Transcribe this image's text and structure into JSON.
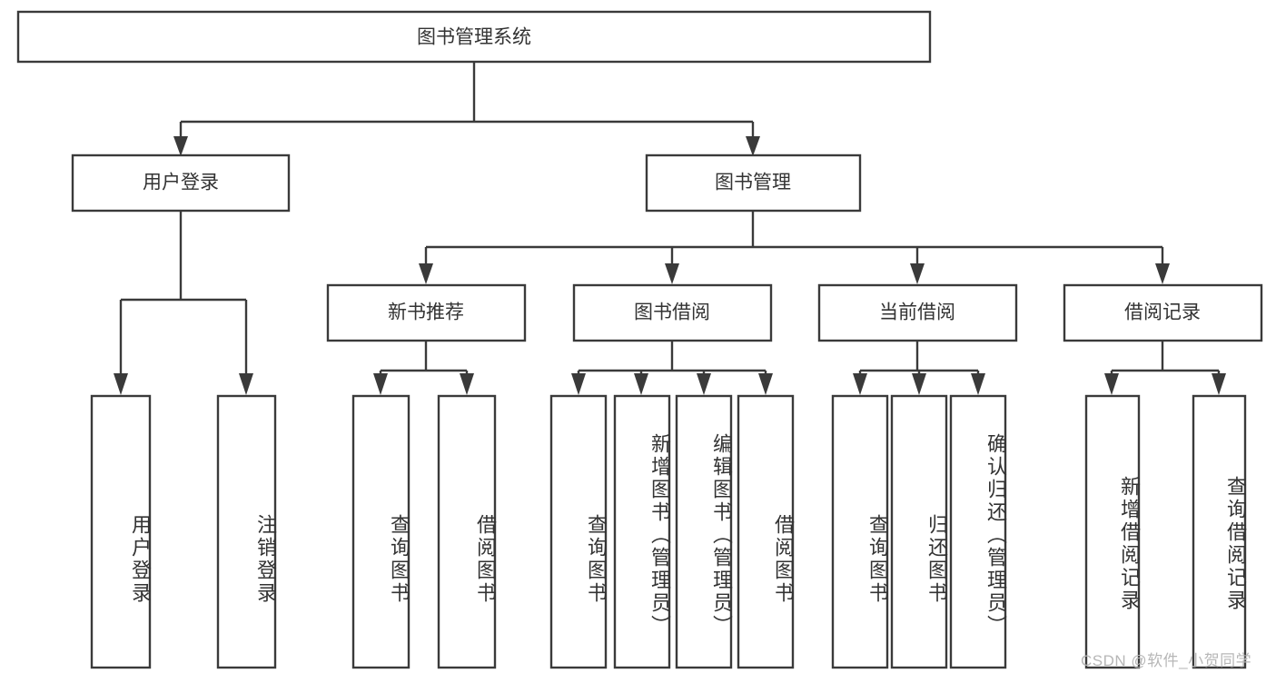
{
  "diagram": {
    "type": "tree-hierarchy-chart",
    "title": "图书管理系统",
    "orientation": "top-down",
    "colors": {
      "box_stroke": "#3a3a3a",
      "box_fill": "#ffffff",
      "text": "#333333",
      "background": "#ffffff",
      "watermark": "#b7b7b7"
    },
    "levels": [
      {
        "level": 1,
        "nodes": [
          {
            "id": "root",
            "label": "图书管理系统",
            "text_direction": "horizontal"
          }
        ]
      },
      {
        "level": 2,
        "nodes": [
          {
            "id": "login",
            "label": "用户登录",
            "parent": "root",
            "text_direction": "horizontal"
          },
          {
            "id": "bookmgmt",
            "label": "图书管理",
            "parent": "root",
            "text_direction": "horizontal"
          }
        ]
      },
      {
        "level": 3,
        "nodes": [
          {
            "id": "newbook",
            "label": "新书推荐",
            "parent": "bookmgmt",
            "text_direction": "horizontal"
          },
          {
            "id": "borrow",
            "label": "图书借阅",
            "parent": "bookmgmt",
            "text_direction": "horizontal"
          },
          {
            "id": "current",
            "label": "当前借阅",
            "parent": "bookmgmt",
            "text_direction": "horizontal"
          },
          {
            "id": "record",
            "label": "借阅记录",
            "parent": "bookmgmt",
            "text_direction": "horizontal"
          }
        ]
      },
      {
        "level": 4,
        "nodes": [
          {
            "id": "leaf1",
            "label": "用户登录",
            "parent": "login",
            "text_direction": "vertical"
          },
          {
            "id": "leaf2",
            "label": "注销登录",
            "parent": "login",
            "text_direction": "vertical"
          },
          {
            "id": "leaf3",
            "label": "查询图书",
            "parent": "newbook",
            "text_direction": "vertical"
          },
          {
            "id": "leaf4",
            "label": "借阅图书",
            "parent": "newbook",
            "text_direction": "vertical"
          },
          {
            "id": "leaf5",
            "label": "查询图书",
            "parent": "borrow",
            "text_direction": "vertical"
          },
          {
            "id": "leaf6",
            "label": "新增图书（管理员）",
            "parent": "borrow",
            "text_direction": "vertical"
          },
          {
            "id": "leaf7",
            "label": "编辑图书（管理员）",
            "parent": "borrow",
            "text_direction": "vertical"
          },
          {
            "id": "leaf8",
            "label": "借阅图书",
            "parent": "borrow",
            "text_direction": "vertical"
          },
          {
            "id": "leaf9",
            "label": "查询图书",
            "parent": "current",
            "text_direction": "vertical"
          },
          {
            "id": "leaf10",
            "label": "归还图书",
            "parent": "current",
            "text_direction": "vertical"
          },
          {
            "id": "leaf11",
            "label": "确认归还（管理员）",
            "parent": "current",
            "text_direction": "vertical"
          },
          {
            "id": "leaf12",
            "label": "新增借阅记录",
            "parent": "record",
            "text_direction": "vertical"
          },
          {
            "id": "leaf13",
            "label": "查询借阅记录",
            "parent": "record",
            "text_direction": "vertical"
          }
        ]
      }
    ]
  },
  "watermark": {
    "text": "CSDN @软件_小贺同学"
  }
}
